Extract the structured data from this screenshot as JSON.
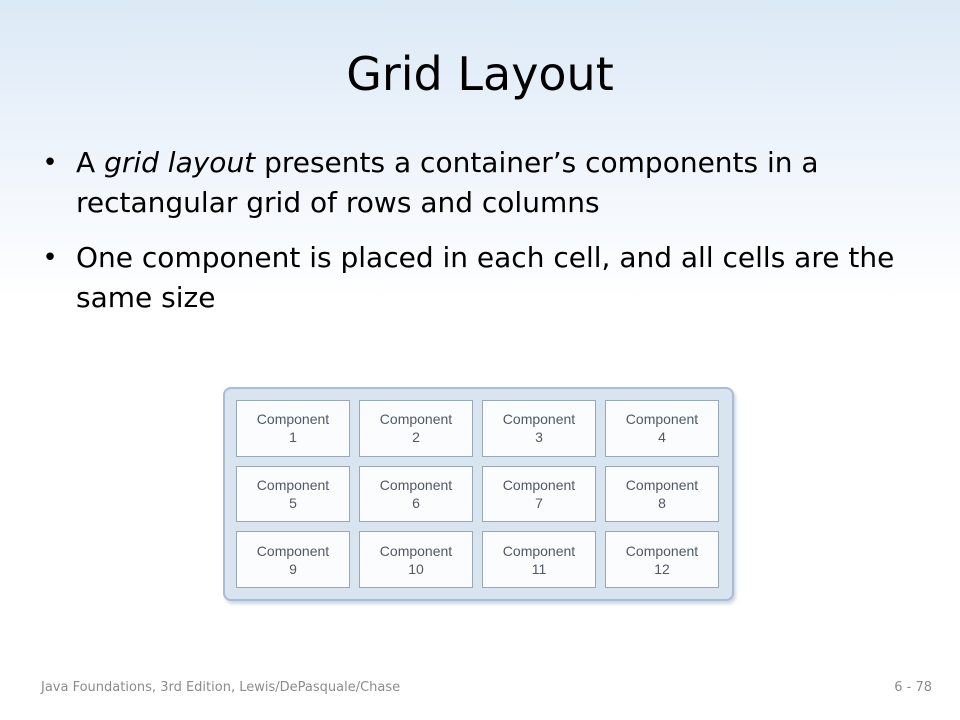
{
  "slide": {
    "title": "Grid Layout",
    "bullets": [
      {
        "before": "A ",
        "emphasis": "grid layout",
        "after": " presents a container’s components in a rectangular grid of rows and columns"
      },
      {
        "text": "One component is placed in each cell, and all cells are the same size"
      }
    ]
  },
  "figure": {
    "cells": [
      {
        "label": "Component",
        "number": "1"
      },
      {
        "label": "Component",
        "number": "2"
      },
      {
        "label": "Component",
        "number": "3"
      },
      {
        "label": "Component",
        "number": "4"
      },
      {
        "label": "Component",
        "number": "5"
      },
      {
        "label": "Component",
        "number": "6"
      },
      {
        "label": "Component",
        "number": "7"
      },
      {
        "label": "Component",
        "number": "8"
      },
      {
        "label": "Component",
        "number": "9"
      },
      {
        "label": "Component",
        "number": "10"
      },
      {
        "label": "Component",
        "number": "11"
      },
      {
        "label": "Component",
        "number": "12"
      }
    ]
  },
  "footer": {
    "source": "Java Foundations, 3rd Edition, Lewis/DePasquale/Chase",
    "page": "6 - 78"
  }
}
